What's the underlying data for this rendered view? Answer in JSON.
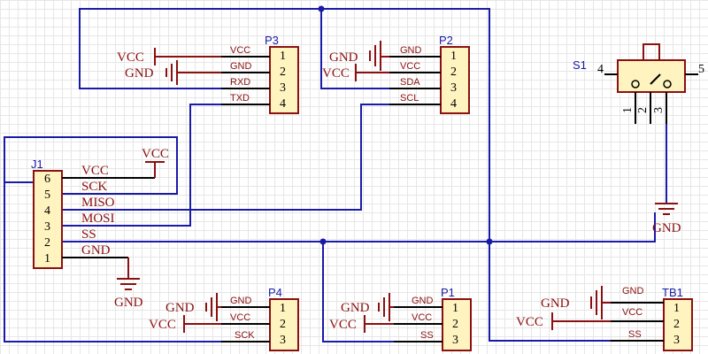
{
  "schematic": {
    "p3": {
      "designator": "P3",
      "pins": [
        "1",
        "2",
        "3",
        "4"
      ],
      "nets": [
        "VCC",
        "GND",
        "RXD",
        "TXD"
      ],
      "vcc": "VCC",
      "gnd": "GND"
    },
    "p2": {
      "designator": "P2",
      "pins": [
        "1",
        "2",
        "3",
        "4"
      ],
      "nets": [
        "GND",
        "VCC",
        "SDA",
        "SCL"
      ],
      "vcc": "VCC",
      "gnd": "GND"
    },
    "s1": {
      "designator": "S1",
      "pins": [
        "1",
        "2",
        "3",
        "4",
        "5"
      ],
      "gnd": "GND"
    },
    "j1": {
      "designator": "J1",
      "pins": [
        "6",
        "5",
        "4",
        "3",
        "2",
        "1"
      ],
      "nets": [
        "VCC",
        "SCK",
        "MISO",
        "MOSI",
        "SS",
        "GND"
      ],
      "vcc": "VCC",
      "gnd": "GND"
    },
    "p4": {
      "designator": "P4",
      "pins": [
        "1",
        "2",
        "3"
      ],
      "nets": [
        "GND",
        "VCC",
        "SCK"
      ],
      "vcc": "VCC",
      "gnd": "GND"
    },
    "p1": {
      "designator": "P1",
      "pins": [
        "1",
        "2",
        "3"
      ],
      "nets": [
        "GND",
        "VCC",
        "SS"
      ],
      "vcc": "VCC",
      "gnd": "GND"
    },
    "tb1": {
      "designator": "TB1",
      "pins": [
        "1",
        "2",
        "3"
      ],
      "nets": [
        "GND",
        "VCC",
        "SS"
      ],
      "vcc": "VCC",
      "gnd": "GND"
    }
  }
}
